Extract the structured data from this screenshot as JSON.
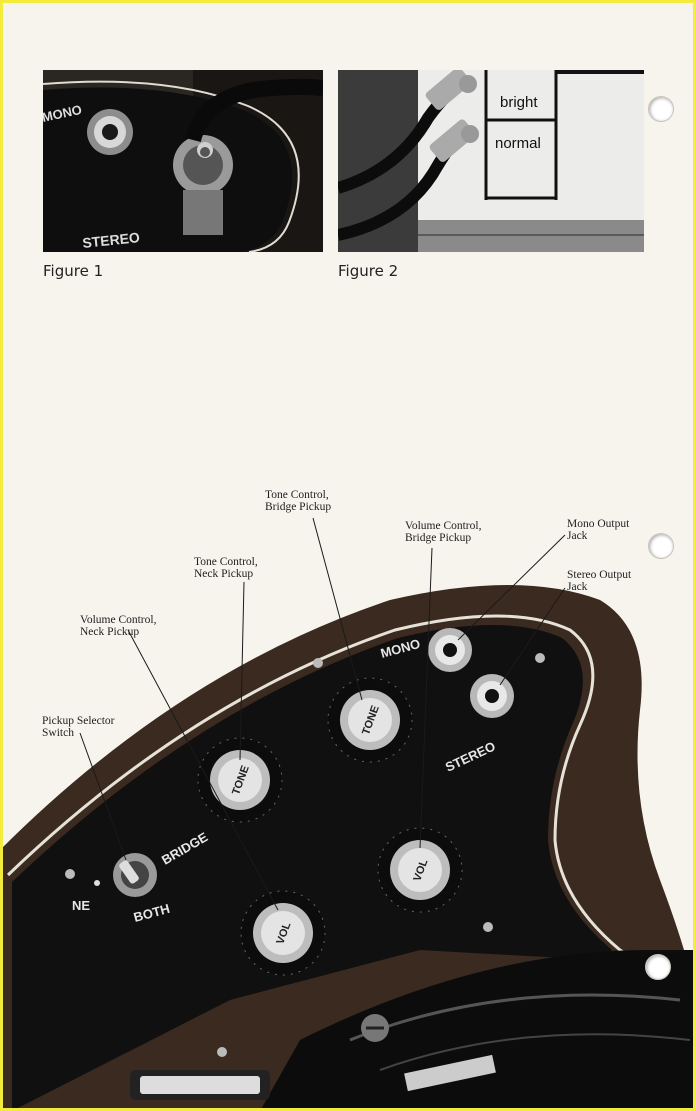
{
  "figures": {
    "fig1": {
      "caption": "Figure 1",
      "panel_labels": {
        "mono": "MONO",
        "stereo": "STEREO"
      }
    },
    "fig2": {
      "caption": "Figure 2",
      "input_labels": {
        "bright": "bright",
        "normal": "normal"
      }
    }
  },
  "callouts": {
    "tone_bridge": [
      "Tone Control,",
      "Bridge Pickup"
    ],
    "volume_bridge": [
      "Volume Control,",
      "Bridge Pickup"
    ],
    "mono_jack": [
      "Mono Output",
      "Jack"
    ],
    "stereo_jack": [
      "Stereo Output",
      "Jack"
    ],
    "tone_neck": [
      "Tone Control,",
      "Neck Pickup"
    ],
    "volume_neck": [
      "Volume Control,",
      "Neck Pickup"
    ],
    "selector": [
      "Pickup Selector",
      "Switch"
    ]
  },
  "panel_labels": {
    "mono": "MONO",
    "stereo": "STEREO",
    "bridge": "BRIDGE",
    "neck_partial": "NE",
    "both": "BOTH",
    "tone": "TONE",
    "vol": "VOL"
  },
  "colors": {
    "page": "#f7f4ee",
    "wood": "#3a2a20",
    "pickguard": "#101010",
    "binding": "#e6e2d8",
    "border": "#f4ec3c"
  }
}
